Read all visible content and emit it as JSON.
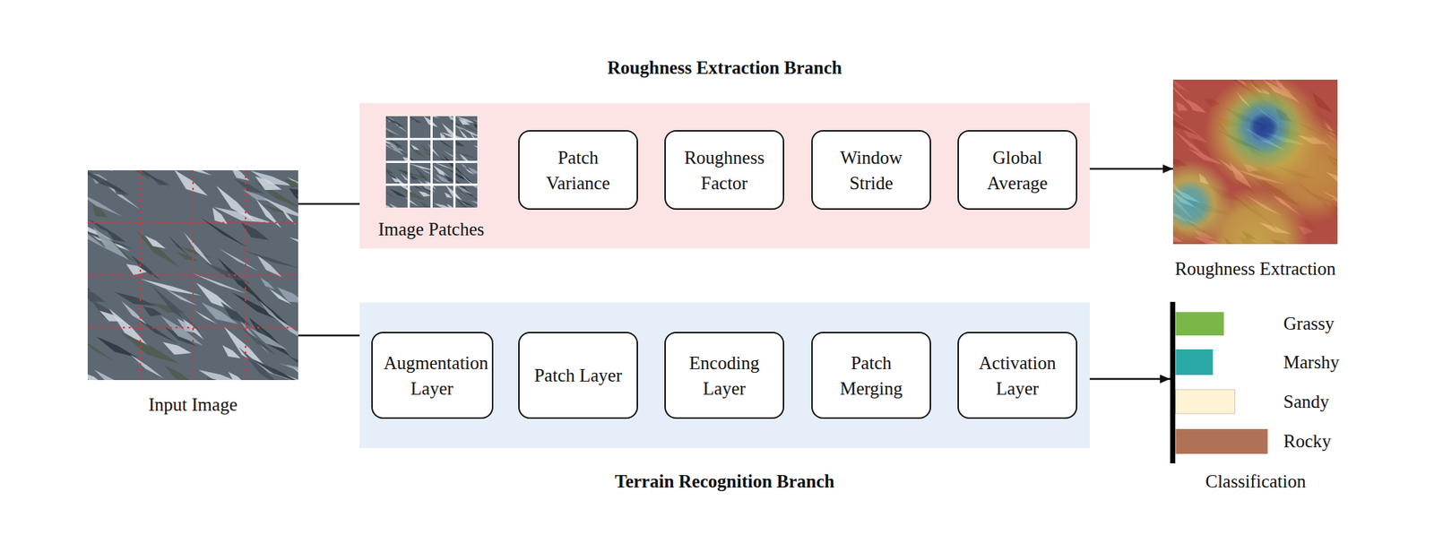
{
  "diagram": {
    "nodes": [
      {
        "text": [
          "Input Image"
        ]
      },
      {
        "text": [
          "Roughness Extraction Branch"
        ]
      },
      {
        "text": [
          "Image Patches"
        ],
        "in": 1
      },
      {
        "text": [
          "Patch Variance"
        ],
        "in": 1
      },
      {
        "text": [
          "Roughness Factor"
        ],
        "in": 1
      },
      {
        "text": [
          "Window Stride"
        ],
        "in": 1
      },
      {
        "text": [
          "Global Average"
        ],
        "in": 1
      },
      {
        "text": [
          "Roughness Extraction"
        ]
      },
      {
        "text": [
          "Terrain Recognition Branch"
        ]
      },
      {
        "text": [
          "Augmentation Layer"
        ],
        "in": 8
      },
      {
        "text": [
          "Patch Layer"
        ],
        "in": 8
      },
      {
        "text": [
          "Encoding Layer"
        ],
        "in": 8
      },
      {
        "text": [
          "Patch Merging"
        ],
        "in": 8
      },
      {
        "text": [
          "Activation Layer"
        ],
        "in": 8
      },
      {
        "text": [
          "Classification"
        ]
      }
    ],
    "edges": [
      {
        "from": 0,
        "to": 2,
        "arrow": "to"
      },
      {
        "from": 2,
        "to": 3,
        "arrow": "to"
      },
      {
        "from": 3,
        "to": 4,
        "arrow": "to"
      },
      {
        "from": 4,
        "to": 5,
        "arrow": "to"
      },
      {
        "from": 5,
        "to": 6,
        "arrow": "to"
      },
      {
        "from": 1,
        "to": 7,
        "arrow": "to"
      },
      {
        "from": 0,
        "to": 9,
        "arrow": "to"
      },
      {
        "from": 9,
        "to": 10,
        "arrow": "to"
      },
      {
        "from": 10,
        "to": 11,
        "arrow": "to"
      },
      {
        "from": 11,
        "to": 12,
        "arrow": "to"
      },
      {
        "from": 12,
        "to": 13,
        "arrow": "to"
      },
      {
        "from": 8,
        "to": 14,
        "arrow": "to"
      }
    ],
    "labels": [
      "Grassy",
      "Marshy",
      "Sandy",
      "Rocky"
    ]
  }
}
